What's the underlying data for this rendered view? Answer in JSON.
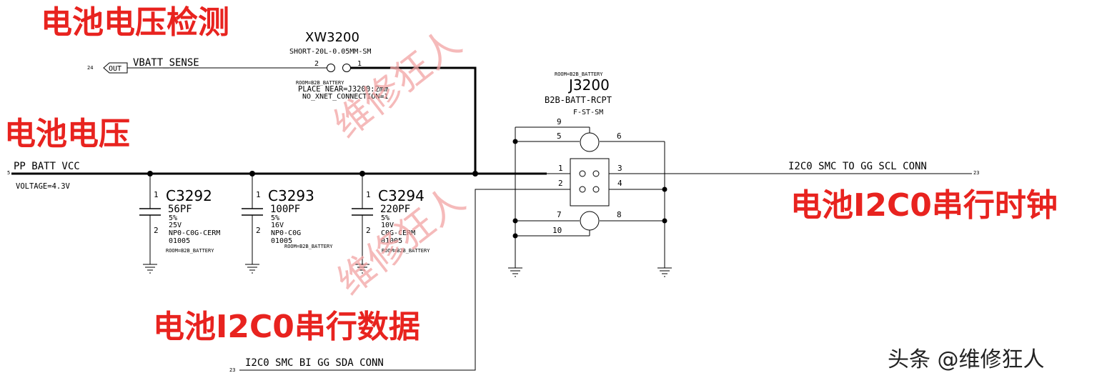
{
  "annotations": {
    "battery_voltage_detect": "电池电压检测",
    "battery_voltage": "电池电压",
    "battery_i2c_clock": "电池I2C0串行时钟",
    "battery_i2c_data": "电池I2C0串行数据"
  },
  "watermark": {
    "text": "维修狂人"
  },
  "credit": "头条 @维修狂人",
  "nets": {
    "vbatt_sense": {
      "name": "VBATT_SENSE",
      "page": "24",
      "port": "OUT"
    },
    "pp_batt_vcc": {
      "name": "PP BATT VCC",
      "page": "5",
      "voltage": "VOLTAGE=4.3V"
    },
    "i2c_scl": {
      "name": "I2C0 SMC TO GG SCL CONN",
      "page": "23"
    },
    "i2c_sda": {
      "name": "I2C0 SMC BI GG SDA CONN",
      "page": "23"
    }
  },
  "xw3200": {
    "ref": "XW3200",
    "value": "SHORT-20L-0.05MM-SM",
    "pin_left": "2",
    "pin_right": "1",
    "room": "ROOM=B2B_BATTERY",
    "place": "PLACE NEAR=J3200:2mm",
    "no_xnet": "NO_XNET_CONNECTION=1"
  },
  "j3200": {
    "room": "ROOM=B2B_BATTERY",
    "ref": "J3200",
    "value": "B2B-BATT-RCPT",
    "footprint": "F-ST-SM",
    "pins": [
      "9",
      "5",
      "6",
      "1",
      "3",
      "2",
      "4",
      "7",
      "8",
      "10"
    ]
  },
  "capacitors": [
    {
      "ref": "C3292",
      "value": "56PF",
      "tol": "5%",
      "volt": "25V",
      "dielectric": "NP0-C0G-CERM",
      "size": "01005",
      "room": "ROOM=B2B_BATTERY",
      "pin1": "1",
      "pin2": "2"
    },
    {
      "ref": "C3293",
      "value": "100PF",
      "tol": "5%",
      "volt": "16V",
      "dielectric": "NP0-C0G",
      "size": "01005",
      "room": "ROOM=B2B_BATTERY",
      "pin1": "1",
      "pin2": "2"
    },
    {
      "ref": "C3294",
      "value": "220PF",
      "tol": "5%",
      "volt": "10V",
      "dielectric": "C0G-CERM",
      "size": "01005",
      "room": "ROOM=B2B_BATTERY",
      "pin1": "1",
      "pin2": "2"
    }
  ]
}
